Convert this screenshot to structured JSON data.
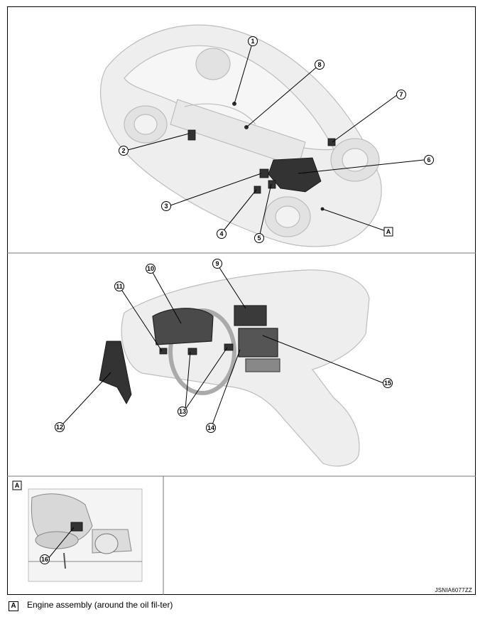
{
  "callouts": [
    {
      "id": "c1",
      "label": "1"
    },
    {
      "id": "c2",
      "label": "2"
    },
    {
      "id": "c3",
      "label": "3"
    },
    {
      "id": "c4",
      "label": "4"
    },
    {
      "id": "c5",
      "label": "5"
    },
    {
      "id": "c6",
      "label": "6"
    },
    {
      "id": "c7",
      "label": "7"
    },
    {
      "id": "c8",
      "label": "8"
    },
    {
      "id": "c9",
      "label": "9"
    },
    {
      "id": "c10",
      "label": "10"
    },
    {
      "id": "c11",
      "label": "11"
    },
    {
      "id": "c12",
      "label": "12"
    },
    {
      "id": "c13",
      "label": "13"
    },
    {
      "id": "c14",
      "label": "14"
    },
    {
      "id": "c15",
      "label": "15"
    },
    {
      "id": "c16",
      "label": "16"
    }
  ],
  "view_labels": {
    "main_a": "A",
    "inset_a": "A"
  },
  "figure_code": "JSNIA6077ZZ",
  "legend": [
    {
      "tag": "A",
      "text": "Engine assembly (around the oil fil-ter)"
    }
  ]
}
